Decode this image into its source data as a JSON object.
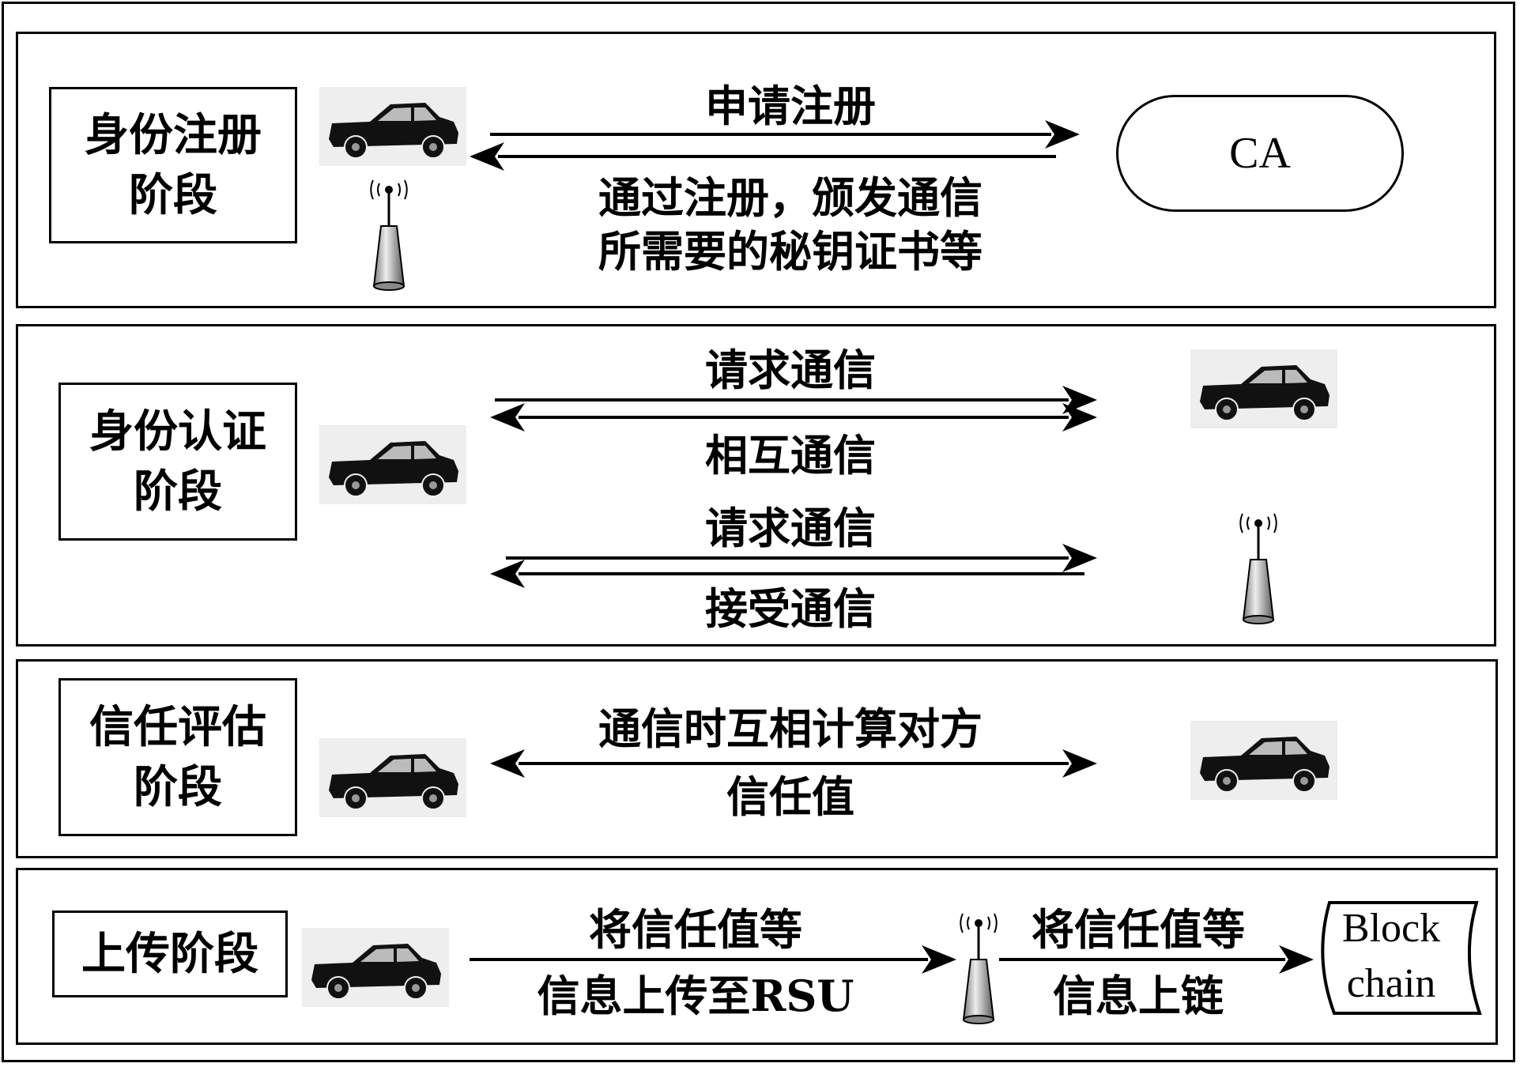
{
  "stages": [
    {
      "name_lines": [
        "身份注册",
        "阶段"
      ],
      "messages": {
        "request": "申请注册",
        "response_lines": [
          "通过注册，颁发通信",
          "所需要的秘钥证书等"
        ]
      },
      "target": "CA"
    },
    {
      "name_lines": [
        "身份认证",
        "阶段"
      ],
      "messages": {
        "request_vehicle": "请求通信",
        "response_vehicle": "相互通信",
        "request_rsu": "请求通信",
        "response_rsu": "接受通信"
      }
    },
    {
      "name_lines": [
        "信任评估",
        "阶段"
      ],
      "messages": {
        "mutual_lines": [
          "通信时互相计算对方",
          "信任值"
        ]
      }
    },
    {
      "name_lines": [
        "上传阶段"
      ],
      "messages": {
        "to_rsu_lines": [
          "将信任值等",
          "信息上传至RSU"
        ],
        "to_chain_lines": [
          "将信任值等",
          "信息上链"
        ]
      },
      "target_lines": [
        "Block",
        "chain"
      ]
    }
  ],
  "icons": [
    "car-icon",
    "rsu-antenna-icon",
    "blockchain-document-icon"
  ]
}
